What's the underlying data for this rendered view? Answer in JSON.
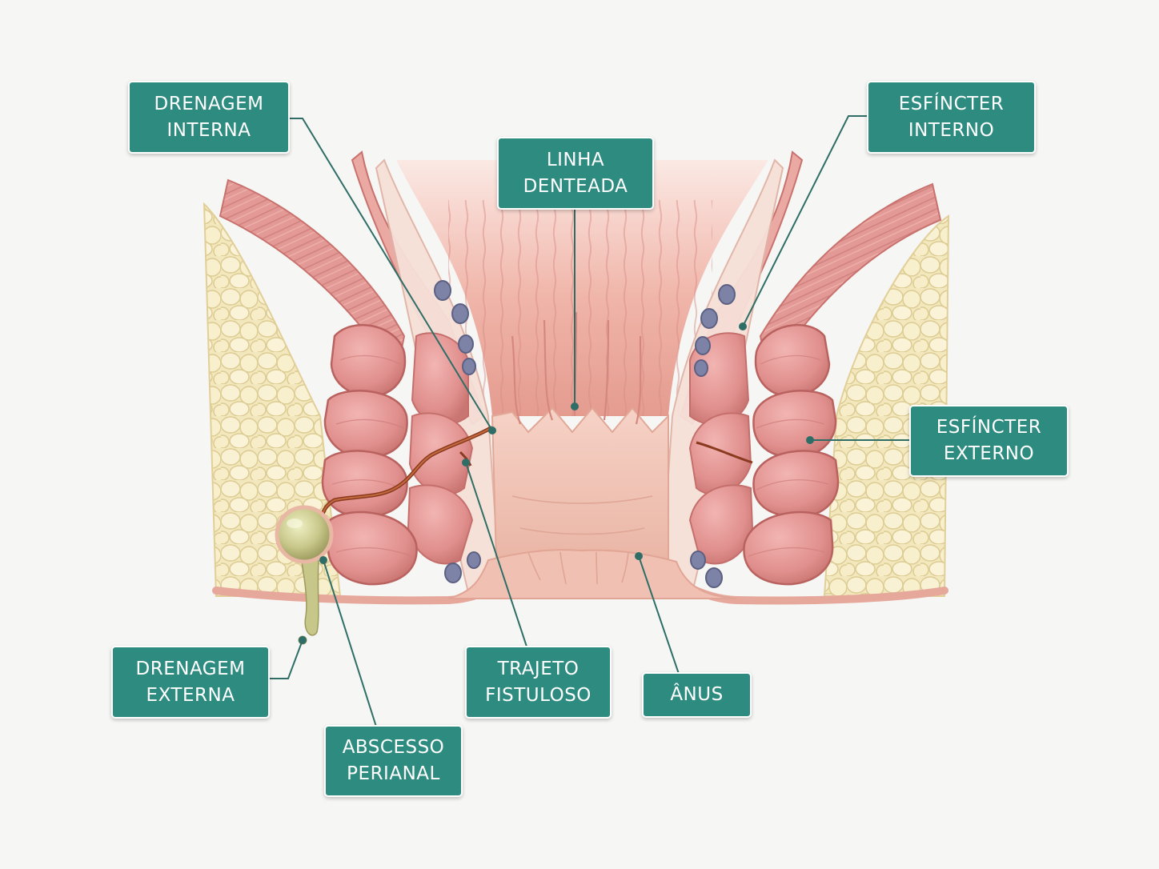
{
  "colors": {
    "label_bg": "#2e8b80",
    "label_text": "#ffffff",
    "leader_line": "#2e6e66",
    "fat": "#f2e7b8",
    "muscle": "#e59a98",
    "mucosa": "#f3c2b8",
    "abscess": "#c9c98a",
    "vessel": "#7d83a6",
    "background": "#f6f6f4"
  },
  "labels": {
    "drenagem_interna": {
      "line1": "DRENAGEM",
      "line2": "INTERNA"
    },
    "linha_denteada": {
      "line1": "LINHA",
      "line2": "DENTEADA"
    },
    "esfincter_interno": {
      "line1": "ESFÍNCTER",
      "line2": "INTERNO"
    },
    "esfincter_externo": {
      "line1": "ESFÍNCTER",
      "line2": "EXTERNO"
    },
    "drenagem_externa": {
      "line1": "DRENAGEM",
      "line2": "EXTERNA"
    },
    "abscesso_perianal": {
      "line1": "ABSCESSO",
      "line2": "PERIANAL"
    },
    "trajeto_fistuloso": {
      "line1": "TRAJETO",
      "line2": "FISTULOSO"
    },
    "anus": {
      "line1": "ÂNUS"
    }
  }
}
